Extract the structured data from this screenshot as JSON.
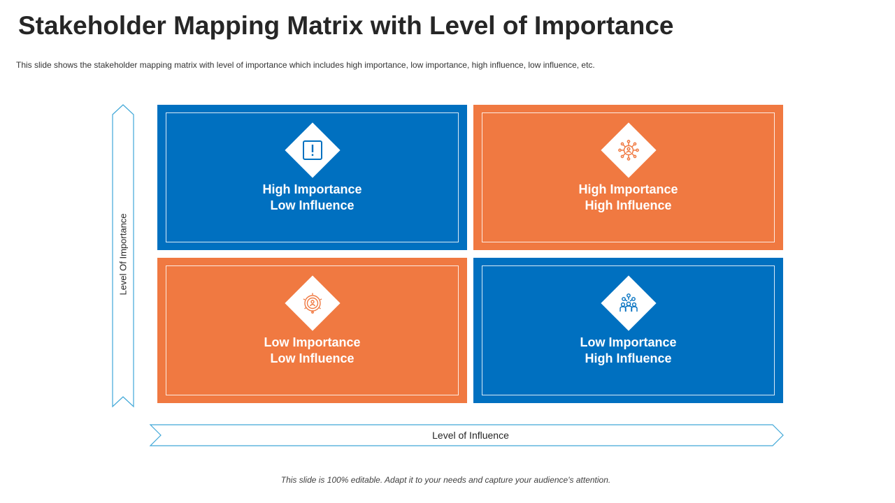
{
  "header": {
    "title": "Stakeholder Mapping Matrix with Level of Importance",
    "subtitle": "This slide shows the stakeholder mapping matrix with level of importance which includes high importance, low importance, high influence, low influence, etc."
  },
  "axes": {
    "y_label": "Level Of Importance",
    "x_label": "Level of Influence"
  },
  "colors": {
    "blue": "#0070C0",
    "orange": "#F07941",
    "axis_line": "#41A8D8"
  },
  "quadrants": [
    {
      "position": "top-left",
      "line1": "High Importance",
      "line2": "Low Influence",
      "color": "#0070C0",
      "icon": "alert-icon"
    },
    {
      "position": "top-right",
      "line1": "High Importance",
      "line2": "High Influence",
      "color": "#F07941",
      "icon": "network-person-icon"
    },
    {
      "position": "bottom-left",
      "line1": "Low Importance",
      "line2": "Low Influence",
      "color": "#F07941",
      "icon": "target-person-icon"
    },
    {
      "position": "bottom-right",
      "line1": "Low Importance",
      "line2": "High Influence",
      "color": "#0070C0",
      "icon": "team-icon"
    }
  ],
  "footer": {
    "note": "This slide is 100% editable. Adapt it to your needs and capture your audience's attention."
  }
}
